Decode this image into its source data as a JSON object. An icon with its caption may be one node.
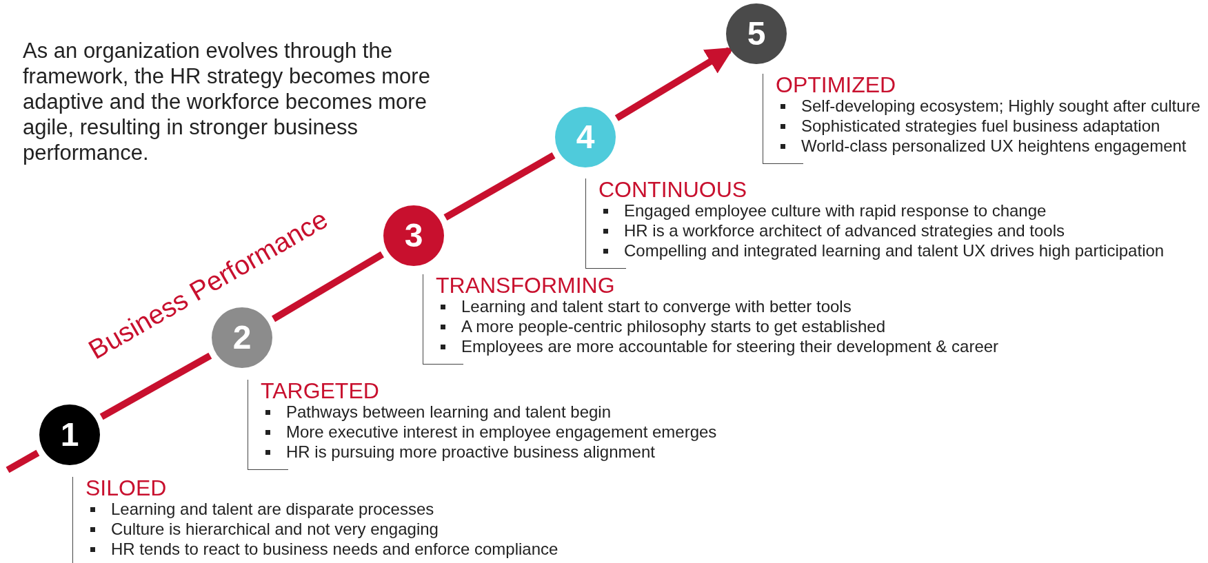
{
  "diagram": {
    "nodes": [
      {
        "text": [
          "1"
        ]
      },
      {
        "text": [
          "2"
        ]
      },
      {
        "text": [
          "3"
        ]
      },
      {
        "text": [
          "4"
        ]
      },
      {
        "text": [
          "5"
        ]
      },
      {
        "text": [
          "SILOED",
          "Learning and talent are disparate processes",
          "Culture is hierarchical and not very engaging",
          "HR tends to react to business needs and enforce compliance"
        ]
      },
      {
        "text": [
          "TARGETED",
          "Pathways between learning and talent begin",
          "More executive interest in employee engagement emerges",
          "HR is pursuing more proactive business alignment"
        ]
      },
      {
        "text": [
          "TRANSFORMING",
          "Learning and talent start to converge with better tools",
          "A more people-centric philosophy starts to get established",
          "Employees are more accountable for steering their development & career"
        ]
      },
      {
        "text": [
          "CONTINUOUS",
          "Engaged employee culture with rapid response to change",
          "HR is a workforce architect of advanced strategies and tools",
          "Compelling and integrated learning and talent UX drives high participation"
        ]
      },
      {
        "text": [
          "OPTIMIZED",
          "Self-developing ecosystem; Highly sought after culture",
          "Sophisticated strategies fuel business adaptation",
          "World-class personalized UX heightens engagement"
        ]
      }
    ],
    "edges": [
      {
        "from": null,
        "to": 0,
        "arrow": "none"
      },
      {
        "from": 0,
        "to": 1,
        "arrow": "none"
      },
      {
        "from": 1,
        "to": 2,
        "arrow": "none"
      },
      {
        "from": 2,
        "to": 3,
        "arrow": "none"
      },
      {
        "from": 3,
        "to": 4,
        "arrow": "to"
      }
    ],
    "labels": [
      "As an organization evolves through the framework, the HR strategy becomes more adaptive and the workforce becomes more agile, resulting in stronger business performance.",
      "Business Performance"
    ]
  }
}
